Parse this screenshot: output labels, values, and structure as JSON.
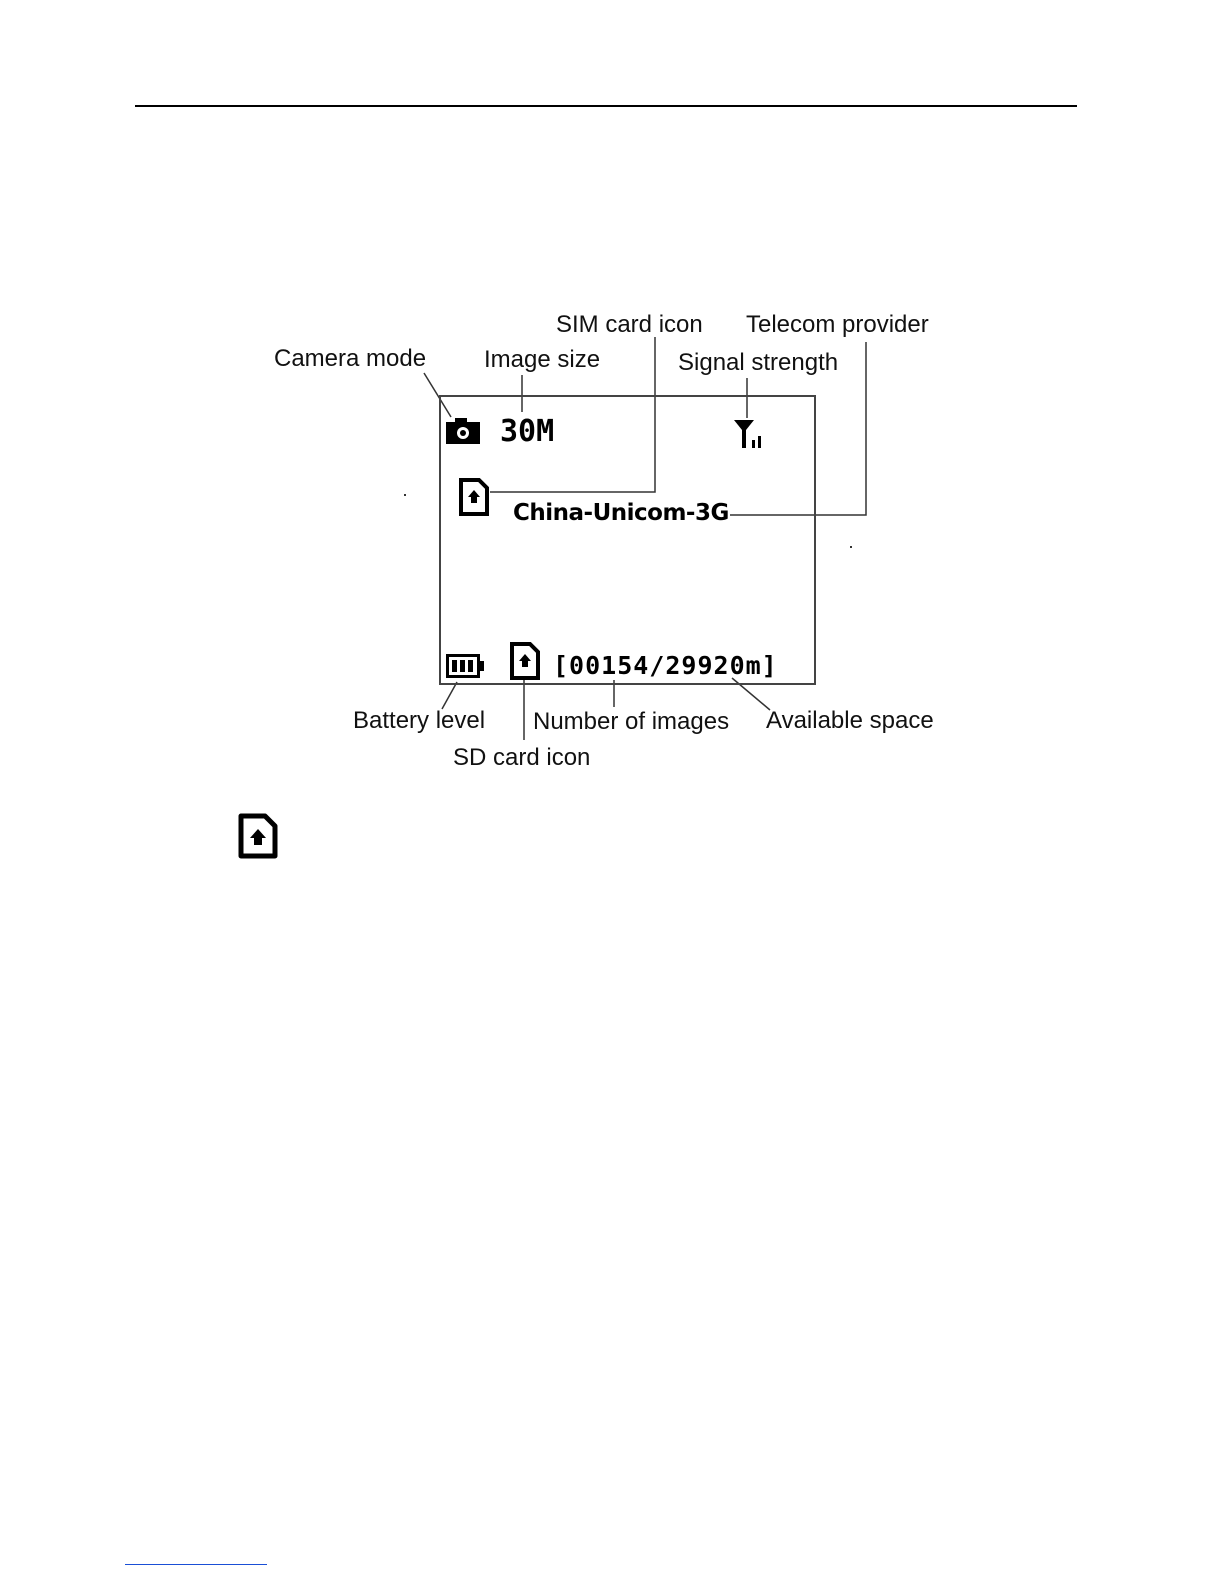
{
  "lcd": {
    "image_size": "30M",
    "provider": "China-Unicom-3G",
    "counter": "[00154/29920m]"
  },
  "callouts": {
    "camera_mode": "Camera mode",
    "image_size": "Image size",
    "sim_card_icon": "SIM card icon",
    "telecom_provider": "Telecom provider",
    "signal_strength": "Signal strength",
    "battery_level": "Battery level",
    "sd_card_icon": "SD card icon",
    "number_of_images": "Number of images",
    "available_space": "Available space"
  },
  "icons": {
    "camera_mode": "camera-icon",
    "sim_card": "sim-card-icon",
    "signal": "signal-antenna-icon",
    "battery": "battery-icon",
    "sd_card": "sd-card-icon",
    "standalone": "sd-card-icon"
  },
  "colors": {
    "ink": "#000000",
    "frame": "#444444",
    "footer_rule": "#1a4fd6"
  }
}
